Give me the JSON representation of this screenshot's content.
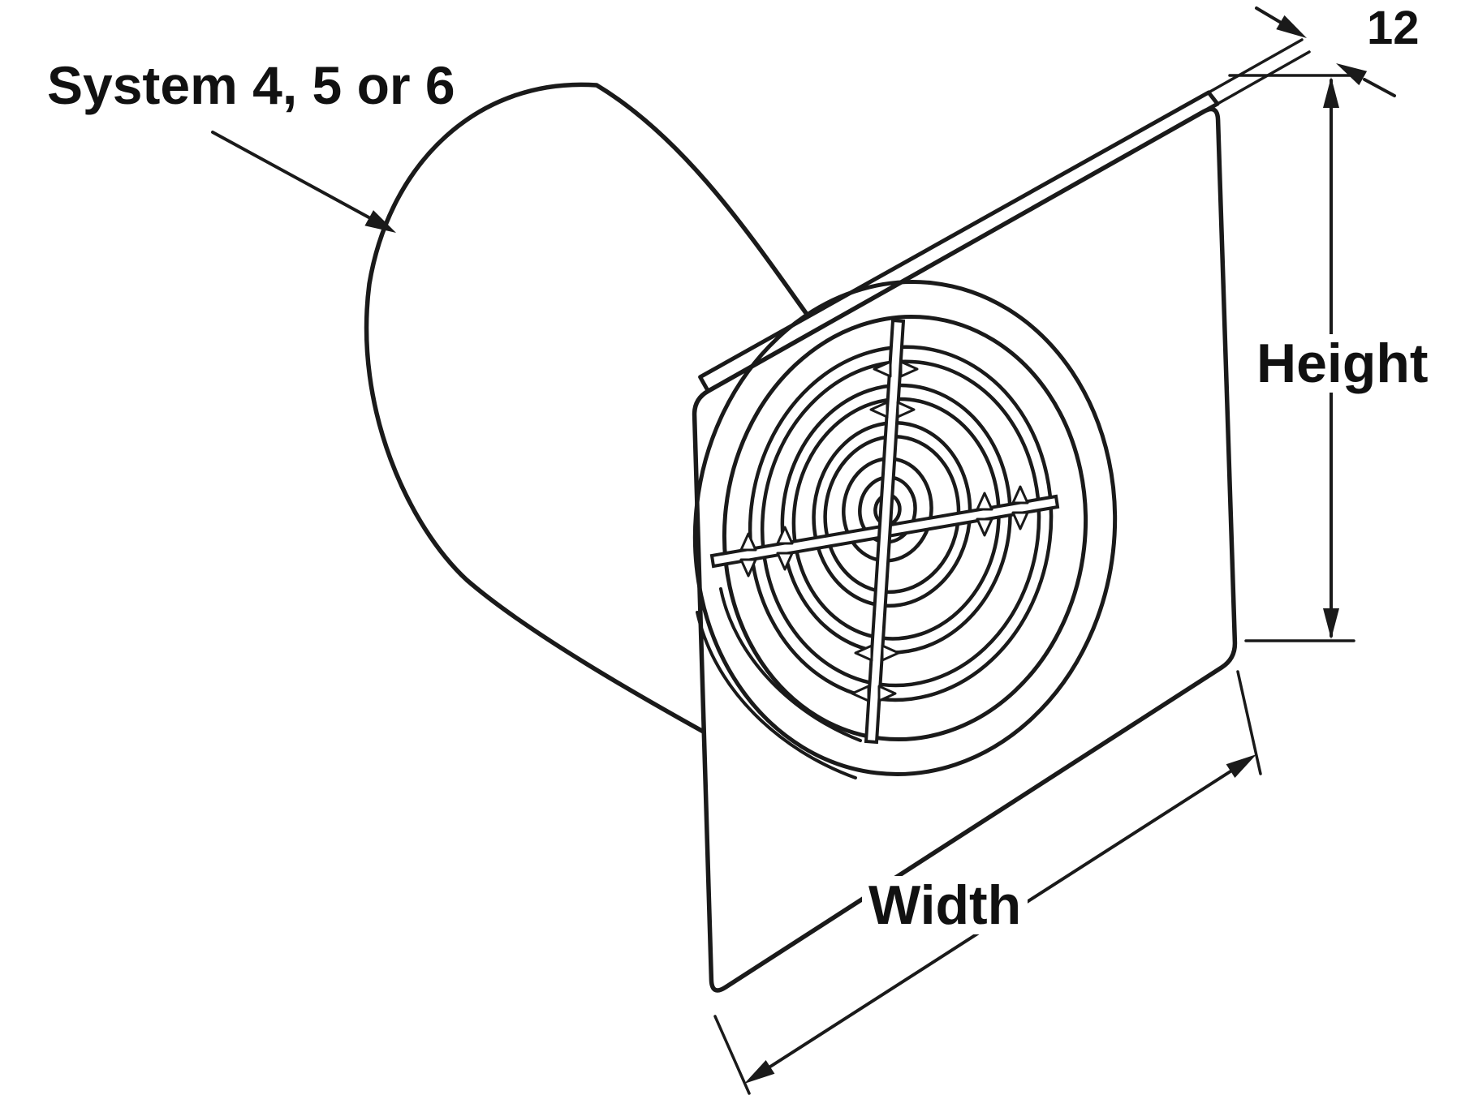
{
  "labels": {
    "system": "System 4, 5 or 6",
    "thickness": "12",
    "height": "Height",
    "width": "Width"
  },
  "drawing": {
    "subject": "extractor-fan-with-duct",
    "view": "isometric-line-drawing"
  },
  "colors": {
    "line": "#1a1a1a",
    "background": "#ffffff"
  }
}
